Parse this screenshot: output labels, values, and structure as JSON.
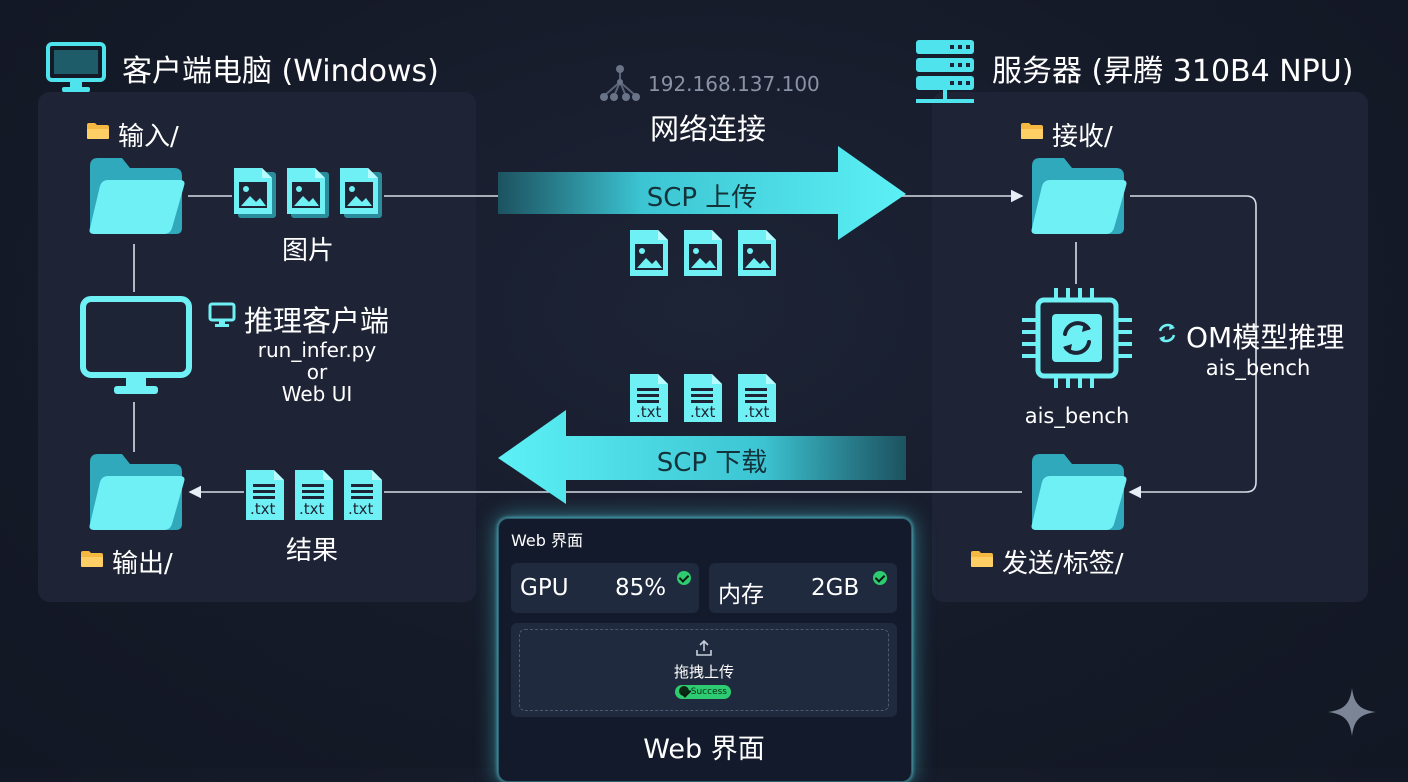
{
  "colors": {
    "accent": "#4fe3ee",
    "accent_dark": "#1e8a9b",
    "panel": "#1e2436",
    "background": "#151a28",
    "folder_tab": "#f5b942",
    "success": "#2ecc71"
  },
  "client": {
    "title": "客户端电脑 (Windows)",
    "icon": "monitor-icon",
    "input_folder": "输入/",
    "images_label": "图片",
    "infer_client": {
      "title": "推理客户端",
      "line1": "run_infer.py",
      "line2": "or",
      "line3": "Web UI"
    },
    "output_folder": "输出/",
    "results_label": "结果"
  },
  "network": {
    "ip": "192.168.137.100",
    "title": "网络连接",
    "upload_label": "SCP 上传",
    "download_label": "SCP 下载",
    "file_ext": ".txt"
  },
  "server": {
    "title": "服务器 (昇腾 310B4 NPU)",
    "icon": "server-rack-icon",
    "receive_folder": "接收/",
    "chip_label": "ais_bench",
    "om_title": "OM模型推理",
    "om_sub": "ais_bench",
    "send_folder": "发送/标签/"
  },
  "web": {
    "header": "Web 界面",
    "gpu_label": "GPU",
    "gpu_value": "85%",
    "mem_label": "内存",
    "mem_value": "2GB",
    "drop_label": "拖拽上传",
    "badge": "Success",
    "footer": "Web 界面"
  }
}
